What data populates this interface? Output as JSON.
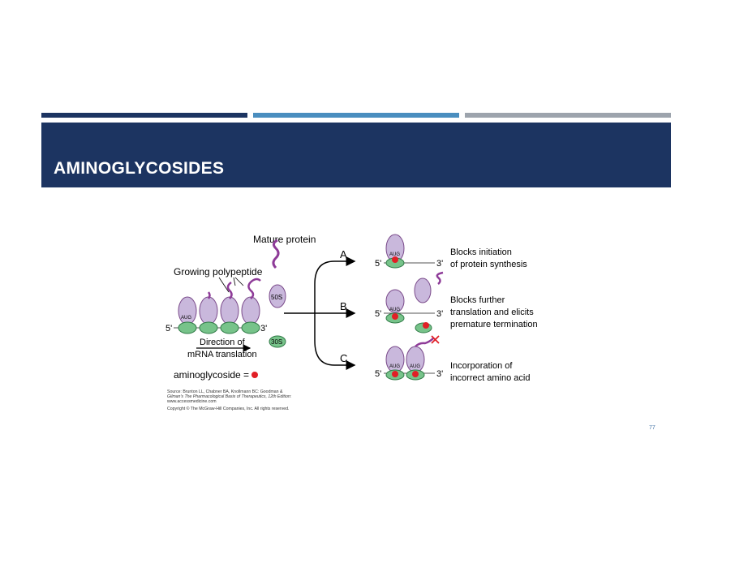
{
  "slide": {
    "title": "AMINOGLYCOSIDES",
    "page_number": "77",
    "colors": {
      "navy": "#1c3461",
      "blue": "#4a8ebf",
      "gray": "#9da4ad"
    }
  },
  "figure": {
    "labels": {
      "mature_protein": "Mature protein",
      "growing_polypeptide": "Growing polypeptide",
      "five_prime": "5'",
      "three_prime": "3'",
      "large_subunit": "50S",
      "small_subunit": "30S",
      "start_codon": "AUG",
      "direction_line1": "Direction of",
      "direction_line2": "mRNA translation",
      "legend": "aminoglycoside ="
    },
    "pathways": [
      {
        "letter": "A",
        "line1": "Blocks initiation",
        "line2": "of protein synthesis",
        "line3": ""
      },
      {
        "letter": "B",
        "line1": "Blocks further",
        "line2": "translation and elicits",
        "line3": "premature termination"
      },
      {
        "letter": "C",
        "line1": "Incorporation of",
        "line2": "incorrect amino acid",
        "line3": ""
      }
    ],
    "source": {
      "line1": "Source: Brunton LL, Chabner BA, Knollmann BC: Goodman &",
      "line2": "Gilman's The Pharmacological Basis of Therapeutics, 12th Edition:",
      "line3": "www.accessmedicine.com",
      "line4": "Copyright © The McGraw-Hill Companies, Inc. All rights reserved."
    },
    "colors": {
      "large_subunit": "#c9b8dc",
      "small_subunit": "#77c38a",
      "polypeptide": "#8e3b98",
      "aminoglycoside": "#e11f26",
      "outline": "#7a4a8a"
    }
  }
}
